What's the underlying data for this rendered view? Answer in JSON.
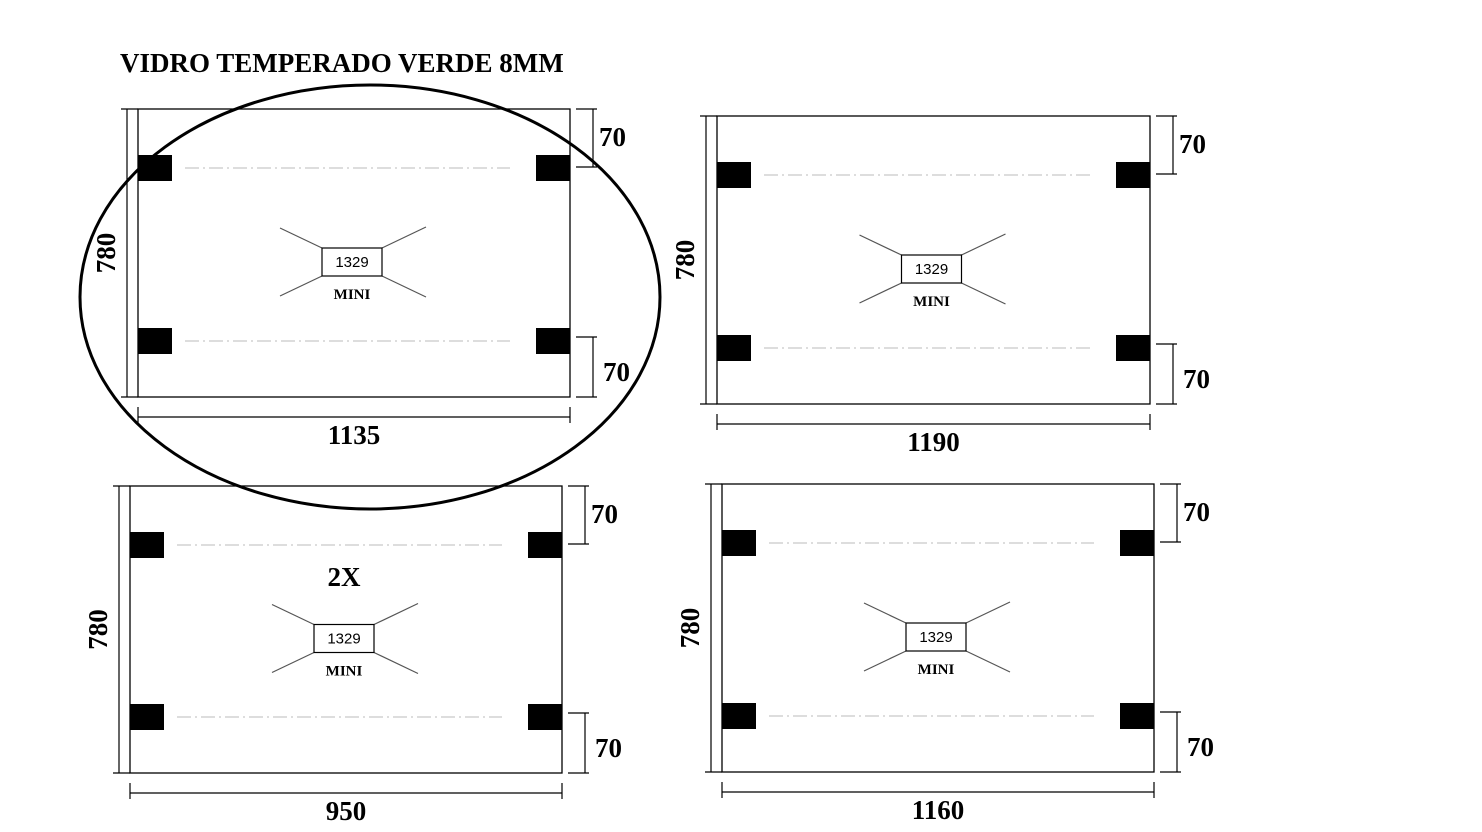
{
  "title": "VIDRO TEMPERADO VERDE 8MM",
  "panels": [
    {
      "width_label": "1135",
      "height_label": "780",
      "top_offset": "70",
      "bottom_offset": "70",
      "code": "1329",
      "hardware": "MINI",
      "quantity": "",
      "highlighted": true
    },
    {
      "width_label": "1190",
      "height_label": "780",
      "top_offset": "70",
      "bottom_offset": "70",
      "code": "1329",
      "hardware": "MINI",
      "quantity": "",
      "highlighted": false
    },
    {
      "width_label": "950",
      "height_label": "780",
      "top_offset": "70",
      "bottom_offset": "70",
      "code": "1329",
      "hardware": "MINI",
      "quantity": "2X",
      "highlighted": false
    },
    {
      "width_label": "1160",
      "height_label": "780",
      "top_offset": "70",
      "bottom_offset": "70",
      "code": "1329",
      "hardware": "MINI",
      "quantity": "",
      "highlighted": false
    }
  ]
}
